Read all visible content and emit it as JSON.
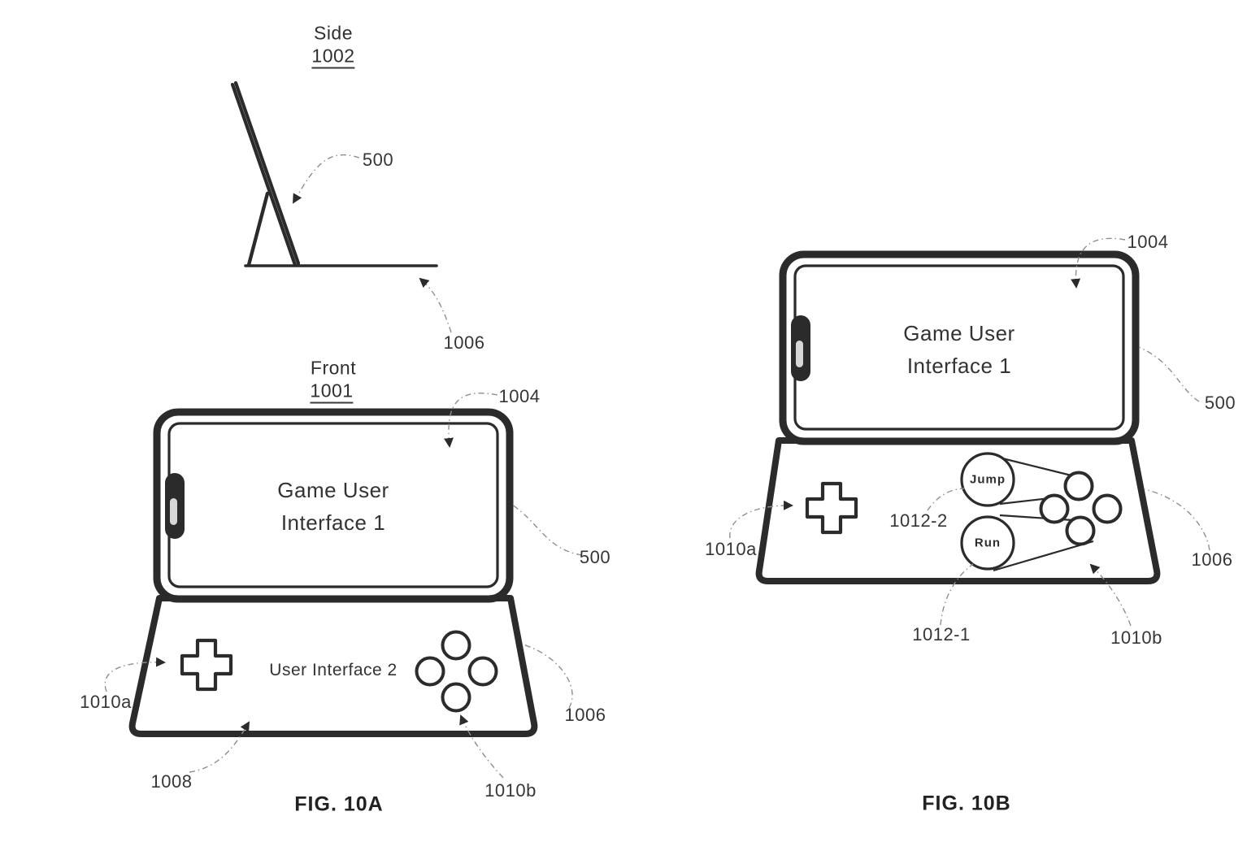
{
  "palette": {
    "ink": "#2b2b2b",
    "leader_line": "#8f8f8f",
    "background": "#ffffff"
  },
  "fig10a": {
    "caption": "FIG. 10A",
    "side_view": {
      "title": "Side",
      "refnum": "1002",
      "device_ref": "500",
      "cover_ref": "1006"
    },
    "front_view": {
      "title": "Front",
      "refnum": "1001"
    },
    "phone_screen_text": "Game User Interface 1",
    "controller_text": "User Interface 2",
    "refs": {
      "screen": "1004",
      "device": "500",
      "cover": "1006",
      "dpad": "1010a",
      "surface": "1008",
      "buttons": "1010b"
    }
  },
  "fig10b": {
    "caption": "FIG. 10B",
    "phone_screen_text": "Game User Interface 1",
    "jump_label": "Jump",
    "run_label": "Run",
    "refs": {
      "screen": "1004",
      "device": "500",
      "cover": "1006",
      "dpad": "1010a",
      "buttons": "1010b",
      "overlay_run": "1012-1",
      "overlay_jump": "1012-2"
    }
  }
}
